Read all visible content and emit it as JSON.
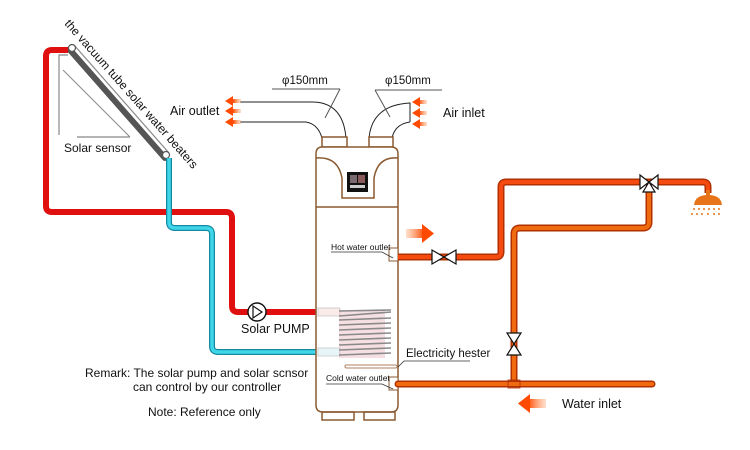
{
  "labels": {
    "collector": "the vacuum tube solar water beaters",
    "solar_sensor": "Solar sensor",
    "air_outlet": "Air outlet",
    "air_inlet": "Air inlet",
    "duct_left_diameter": "φ150mm",
    "duct_right_diameter": "φ150mm",
    "hot_water_outlet": "Hot water outlet",
    "cold_water_outlet": "Cold water outlet",
    "electricity_heater": "Electricity hester",
    "solar_pump": "Solar PUMP",
    "water_inlet": "Water inlet",
    "remark_line1": "Remark: The solar pump and solar scnsor",
    "remark_line2": "can control by our controller",
    "note": "Note: Reference only"
  },
  "colors": {
    "hot_pipe": "#e01010",
    "cold_pipe": "#29c4d8",
    "water_pipe": "#f06010",
    "water_pipe_border": "#b03000",
    "unit_outline": "#8a5a30",
    "arrow": "#ff5a10",
    "collector": "#555555"
  },
  "icons": {
    "shower": "shower-head-icon",
    "pump": "pump-icon",
    "valve": "valve-icon",
    "three_way_valve": "three-way-valve-icon",
    "flow_arrow": "arrow-icon",
    "controller": "controller-display-icon"
  }
}
